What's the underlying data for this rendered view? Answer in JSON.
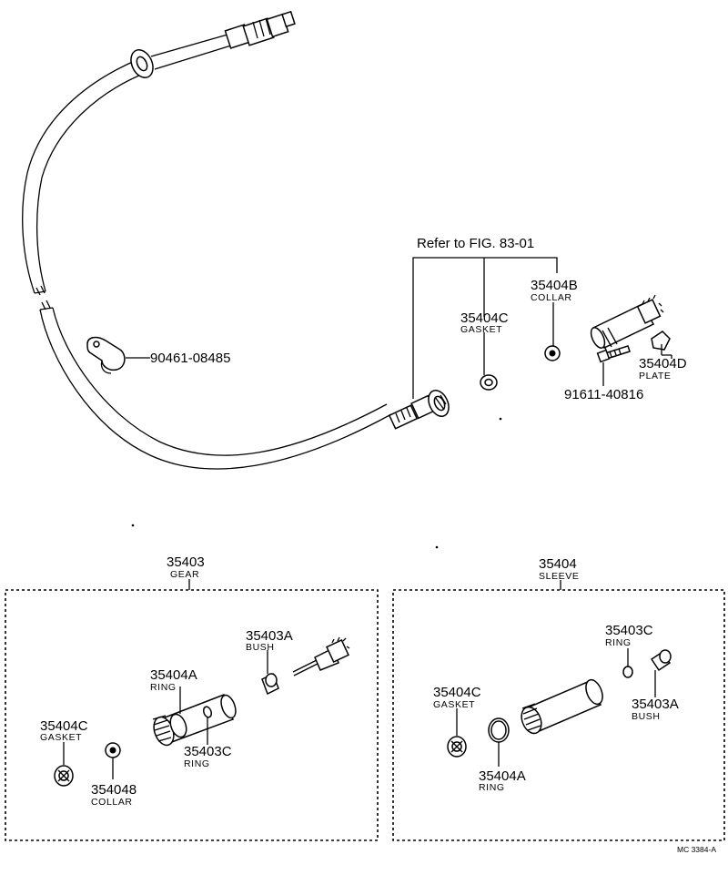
{
  "labels": {
    "ref_fig": "Refer to FIG. 83-01",
    "p_90461": "90461-08485",
    "p_35404b_top": "35404B",
    "p_35404b_top_sub": "COLLAR",
    "p_35404c_top": "35404C",
    "p_35404c_top_sub": "GASKET",
    "p_35404d": "35404D",
    "p_35404d_sub": "PLATE",
    "p_91611": "91611-40816",
    "group_35403": "35403",
    "group_35403_sub": "GEAR",
    "group_35404": "35404",
    "group_35404_sub": "SLEEVE",
    "l_35403a": "35403A",
    "l_35403a_sub": "BUSH",
    "l_35404a": "35404A",
    "l_35404a_sub": "RING",
    "l_35404c": "35404C",
    "l_35404c_sub": "GASKET",
    "l_35403c": "35403C",
    "l_35403c_sub": "RING",
    "l_35404b": "354048",
    "l_35404b_sub": "COLLAR",
    "r_35403c": "35403C",
    "r_35403c_sub": "RING",
    "r_35404c": "35404C",
    "r_35404c_sub": "GASKET",
    "r_35403a": "35403A",
    "r_35403a_sub": "BUSH",
    "r_35404a": "35404A",
    "r_35404a_sub": "RING",
    "code": "MC 3384-A"
  },
  "icons": {
    "cable": "speedometer-cable",
    "clamp": "cable-clamp",
    "driven_gear": "driven-gear",
    "sleeve": "gear-sleeve"
  }
}
